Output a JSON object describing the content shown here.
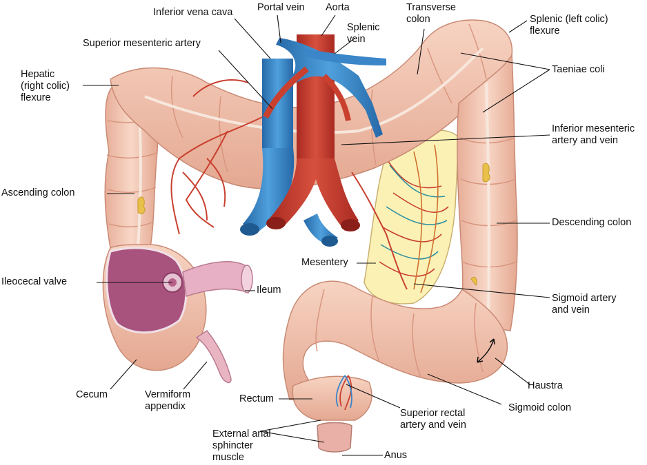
{
  "labels": {
    "inferior_vena_cava": "Inferior vena cava",
    "portal_vein": "Portal vein",
    "aorta": "Aorta",
    "splenic_vein": "Splenic\nvein",
    "transverse_colon": "Transverse\ncolon",
    "splenic_flexure": "Splenic (left colic)\nflexure",
    "superior_mesenteric_artery": "Superior mesenteric artery",
    "hepatic_flexure": "Hepatic\n(right colic)\nflexure",
    "taeniae_coli": "Taeniae coli",
    "inferior_mesenteric": "Inferior mesenteric\nartery and vein",
    "ascending_colon": "Ascending colon",
    "descending_colon": "Descending colon",
    "mesentery": "Mesentery",
    "ileocecal_valve": "Ileocecal valve",
    "ileum": "Ileum",
    "sigmoid_artery": "Sigmoid artery\nand vein",
    "haustra": "Haustra",
    "cecum": "Cecum",
    "vermiform_appendix": "Vermiform\nappendix",
    "rectum": "Rectum",
    "superior_rectal": "Superior rectal\nartery and vein",
    "sigmoid_colon": "Sigmoid colon",
    "external_anal_sphincter": "External anal\nsphincter\nmuscle",
    "anus": "Anus"
  },
  "colors": {
    "colon": "#f3c3ad",
    "colon_shadow": "#d99a85",
    "artery": "#c9402f",
    "vein": "#3a86c8",
    "mesentery": "#fbf1b5",
    "cecum_inner": "#a8537e",
    "leader": "#111111"
  }
}
